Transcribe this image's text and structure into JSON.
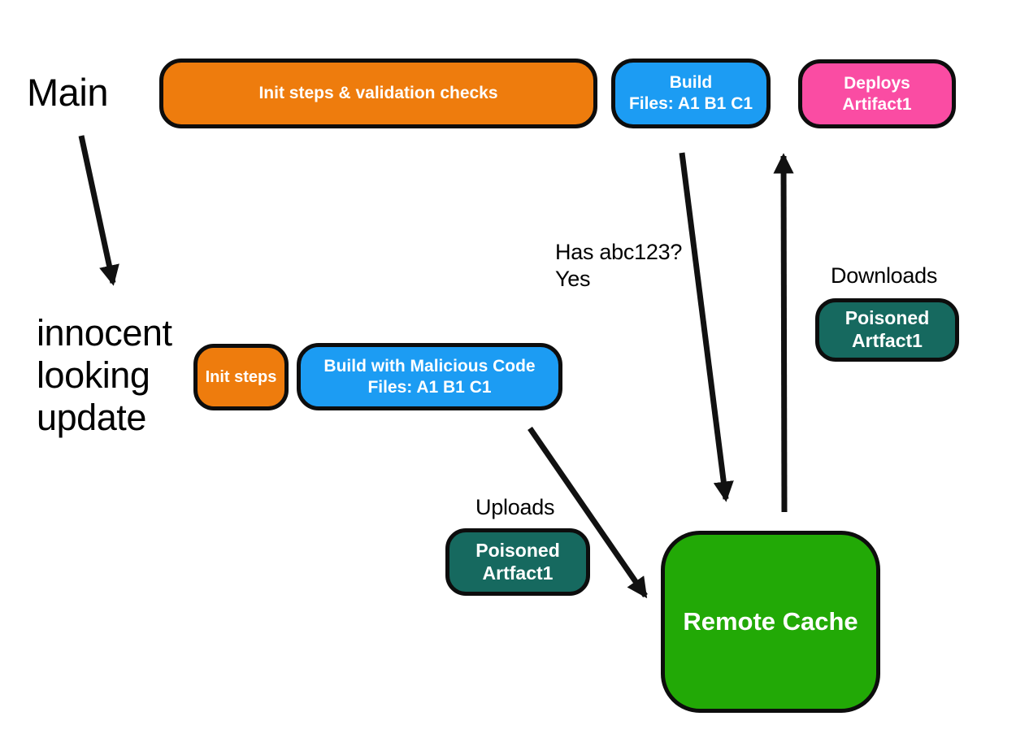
{
  "canvas": {
    "background": "#ffffff"
  },
  "colors": {
    "orange": "#EE7C0D",
    "blue": "#1C9CF3",
    "pink": "#FA4CA3",
    "teal": "#16695F",
    "green": "#22A906",
    "outline": "#0D0D0D",
    "arrow": "#111111",
    "free_text": "#000000",
    "node_text": "#FFFFFF"
  },
  "labels": {
    "main": "Main",
    "innocent_line1": "innocent",
    "innocent_line2": "looking",
    "innocent_line3": "update",
    "has_hash_line1": "Has abc123?",
    "has_hash_line2": "Yes",
    "downloads": "Downloads",
    "uploads": "Uploads"
  },
  "nodes": {
    "init_validation": {
      "label": "Init steps & validation checks",
      "color": "#EE7C0D"
    },
    "build": {
      "line1": "Build",
      "line2": "Files: A1 B1 C1",
      "color": "#1C9CF3"
    },
    "deploys": {
      "line1": "Deploys",
      "line2": "Artifact1",
      "color": "#FA4CA3"
    },
    "init_steps": {
      "label": "Init steps",
      "color": "#EE7C0D"
    },
    "build_malicious": {
      "line1": "Build with Malicious Code",
      "line2": "Files: A1 B1 C1",
      "color": "#1C9CF3"
    },
    "poisoned_download": {
      "line1": "Poisoned",
      "line2": "Artfact1",
      "color": "#16695F"
    },
    "poisoned_upload": {
      "line1": "Poisoned",
      "line2": "Artfact1",
      "color": "#16695F"
    },
    "remote_cache": {
      "label": "Remote Cache",
      "color": "#22A906"
    }
  },
  "arrows": [
    {
      "name": "arrow-main-to-update",
      "from": "Main",
      "to": "innocent looking update"
    },
    {
      "name": "arrow-build-to-cache",
      "from": "Build",
      "to": "Remote Cache",
      "label": "Has abc123? Yes"
    },
    {
      "name": "arrow-cache-to-deploys",
      "from": "Remote Cache",
      "to": "Deploys Artifact1",
      "label": "Downloads"
    },
    {
      "name": "arrow-malicious-build-to-cache",
      "from": "Build with Malicious Code",
      "to": "Remote Cache",
      "label": "Uploads"
    }
  ]
}
